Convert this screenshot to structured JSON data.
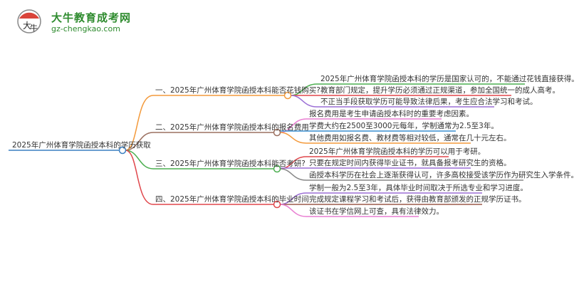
{
  "logo": {
    "title": "大牛教育成考网",
    "url": "gz-chengkao.com",
    "badge_text": "大牛",
    "brand_color": "#2e8b2e"
  },
  "root": {
    "label": "2025年广州体育学院函授本科的学历获取",
    "color": "#3a7fc1"
  },
  "branches": [
    {
      "label": "一、2025年广州体育学院函授本科能否花钱购买?",
      "color": "#f39a3c",
      "leaves": [
        {
          "text": "2025年广州体育学院函授本科的学历是国家认可的，不能通过花钱直接获得。",
          "color": "#4caf50"
        },
        {
          "text": "教育部门规定，提升学历必须通过正规渠道，参加全国统一的成人高考。",
          "color": "#e0474c"
        },
        {
          "text": "不正当手段获取学历可能导致法律后果，考生应合法学习和考试。",
          "color": "#9c6fd6"
        }
      ]
    },
    {
      "label": "二、2025年广州体育学院函授本科的报名费用",
      "color": "#9b7060",
      "leaves": [
        {
          "text": "报名费用是考生申请函授本科时的重要考虑因素。",
          "color": "#e97fd2"
        },
        {
          "text": "学费大约在2500至3000元每年，学制通常为2.5至3年。",
          "color": "#3a8fd0"
        },
        {
          "text": "其他费用如报名费、教材费等相对较低，通常在几十元左右。",
          "color": "#f39a3c"
        }
      ]
    },
    {
      "label": "三、2025年广州体育学院函授本科能否考研?",
      "color": "#4caf50",
      "leaves": [
        {
          "text": "2025年广州体育学院函授本科的学历可以用于考研。",
          "color": "#e0474c"
        },
        {
          "text": "只要在规定时间内获得毕业证书，就具备报考研究生的资格。",
          "color": "#9c6fd6"
        },
        {
          "text": "函授本科学历在社会上逐渐获得认可，许多高校接受该学历作为研究生入学条件。",
          "color": "#888888"
        }
      ]
    },
    {
      "label": "四、2025年广州体育学院函授本科的毕业时间",
      "color": "#e0474c",
      "leaves": [
        {
          "text": "学制一般为2.5至3年，具体毕业时间取决于所选专业和学习进度。",
          "color": "#9c6fd6"
        },
        {
          "text": "完成规定课程学习和考试后，获得由教育部颁发的正规学历证书。",
          "color": "#9b5a4a"
        },
        {
          "text": "该证书在学信网上可查，具有法律效力。",
          "color": "#e97fd2"
        }
      ]
    }
  ]
}
